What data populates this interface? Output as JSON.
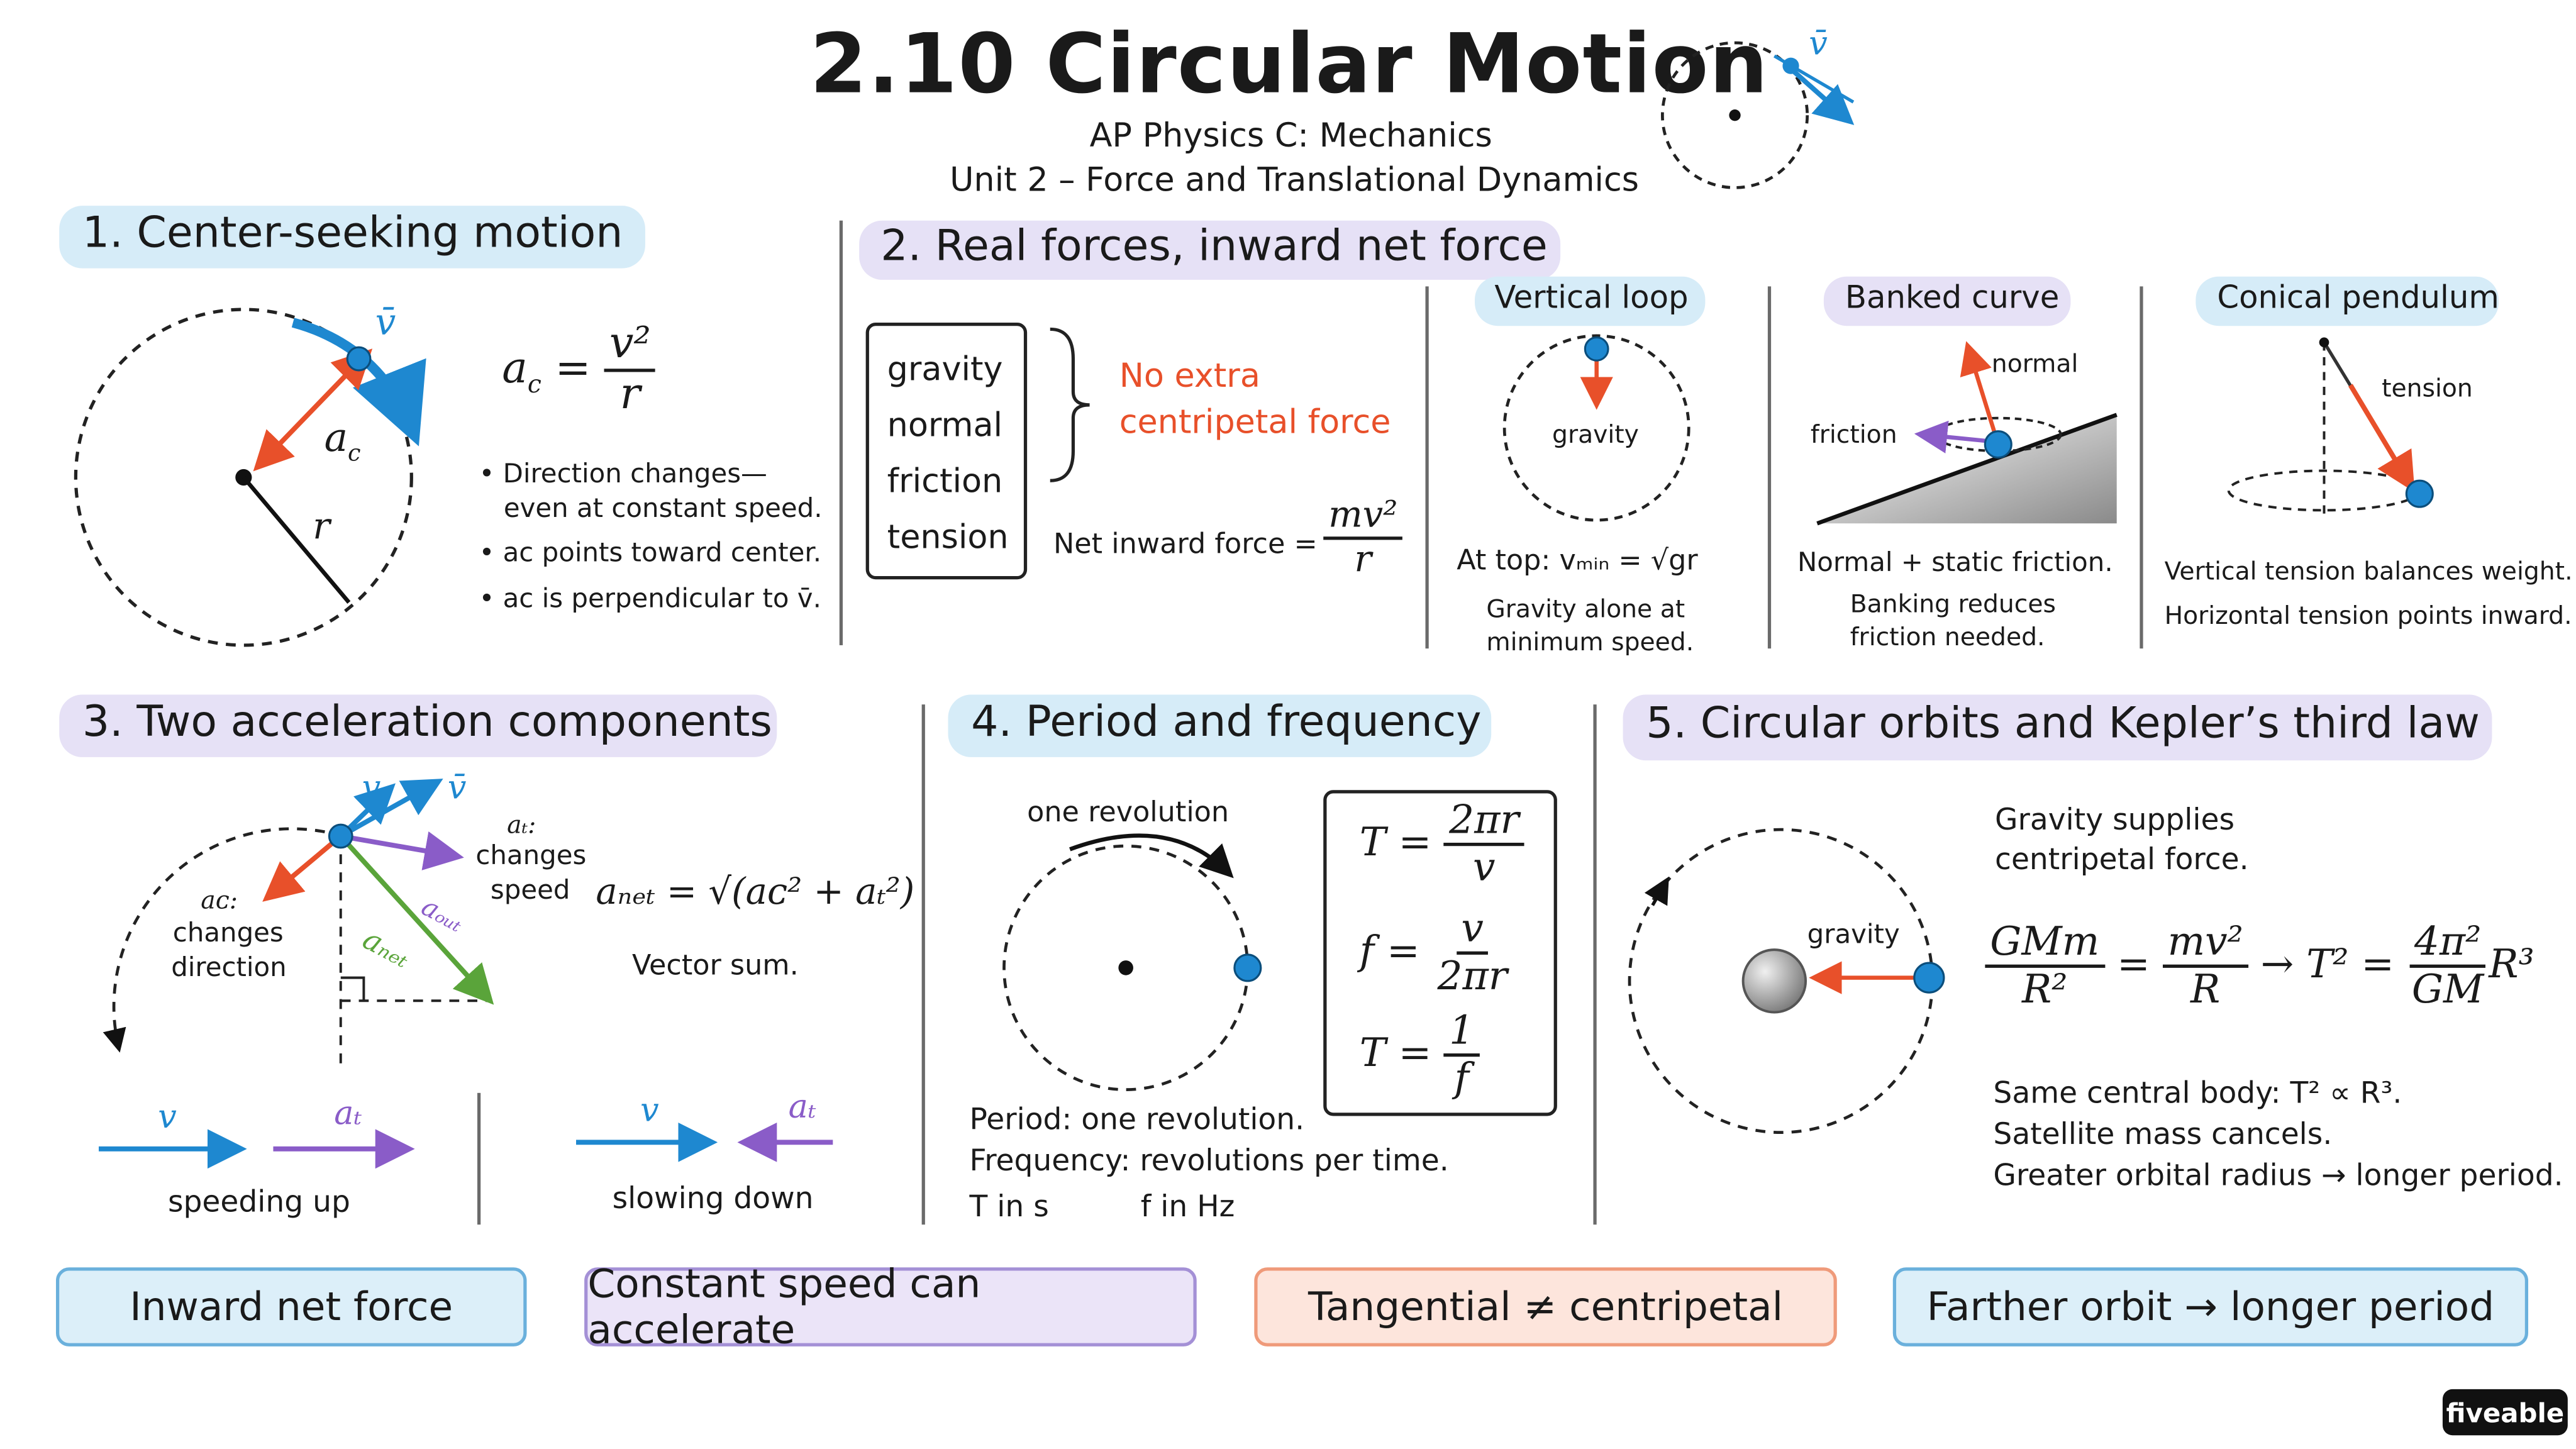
{
  "header": {
    "title": "2.10 Circular Motion",
    "subtitle1": "AP Physics C: Mechanics",
    "subtitle2": "Unit 2 – Force and Translational Dynamics",
    "icon_vector_label": "v̄"
  },
  "s1": {
    "heading": "1. Center-seeking motion",
    "formula_lhs": "a",
    "formula_sub": "c",
    "formula_num": "v²",
    "formula_den": "r",
    "label_v": "v̄",
    "label_ac": "a",
    "label_ac_sub": "c",
    "label_r": "r",
    "b1a": "Direction changes—",
    "b1b": "even at constant speed.",
    "b2": "aᴄ points toward center.",
    "b3": "aᴄ is perpendicular to v̄."
  },
  "s2": {
    "heading": "2. Real forces, inward net force",
    "forces": [
      "gravity",
      "normal",
      "friction",
      "tension"
    ],
    "no_extra_1": "No extra",
    "no_extra_2": "centripetal force",
    "net_label": "Net inward force =",
    "net_num": "mv²",
    "net_den": "r",
    "loop_title": "Vertical loop",
    "loop_gravity": "gravity",
    "loop_eq": "At top: vₘᵢₙ = √gr",
    "loop_note1": "Gravity alone at",
    "loop_note2": "minimum speed.",
    "bank_title": "Banked curve",
    "bank_normal": "normal",
    "bank_friction": "friction",
    "bank_note1": "Normal + static friction.",
    "bank_note2": "Banking reduces",
    "bank_note3": "friction needed.",
    "cone_title": "Conical pendulum",
    "cone_tension": "tension",
    "cone_note1": "Vertical tension balances weight.",
    "cone_note2": "Horizontal tension points inward."
  },
  "s3": {
    "heading": "3. Two acceleration components",
    "v1": "v",
    "v2": "v̄",
    "at_label": "aₜ:",
    "at_changes": "changes",
    "at_speed": "speed",
    "ac_label": "aᴄ:",
    "ac_changes": "changes",
    "ac_direction": "direction",
    "aout": "aₒᵤₜ",
    "anet": "aₙₑₜ",
    "anet_eq": "aₙₑₜ = √(aᴄ² + aₜ²)",
    "vector_sum": "Vector sum.",
    "speed_v": "v",
    "speed_at": "aₜ",
    "speeding_up": "speeding up",
    "slow_v": "v",
    "slow_at": "aₜ",
    "slowing_down": "slowing down"
  },
  "s4": {
    "heading": "4. Period and frequency",
    "one_rev": "one revolution",
    "T1_lhs": "T =",
    "T1_num": "2πr",
    "T1_den": "v",
    "f_lhs": "f =",
    "f_num": "v",
    "f_den": "2πr",
    "T2_lhs": "T =",
    "T2_num": "1",
    "T2_den": "f",
    "note1": "Period: one revolution.",
    "note2": "Frequency: revolutions per time.",
    "note3a": "T in s",
    "note3b": "f in Hz"
  },
  "s5": {
    "heading": "5. Circular orbits and Kepler’s third law",
    "gravity_note1": "Gravity supplies",
    "gravity_note2": "centripetal force.",
    "gravity_label": "gravity",
    "f1_num": "GMm",
    "f1_den": "R²",
    "eq": "=",
    "f2_num": "mv²",
    "f2_den": "R",
    "arrow": "→",
    "t2": "T² =",
    "f3_num": "4π²",
    "f3_den": "GM",
    "r3": "R³",
    "n1": "Same central body: T² ∝ R³.",
    "n2": "Satellite mass cancels.",
    "n3": "Greater orbital radius → longer period."
  },
  "pills": [
    "Inward net force",
    "Constant speed can accelerate",
    "Tangential ≠ centripetal",
    "Farther orbit → longer period"
  ],
  "logo": "fiveable",
  "colors": {
    "blue": "#1e88d0",
    "orange": "#e8502a",
    "purple": "#8a5cc8",
    "green": "#5aa43a"
  }
}
